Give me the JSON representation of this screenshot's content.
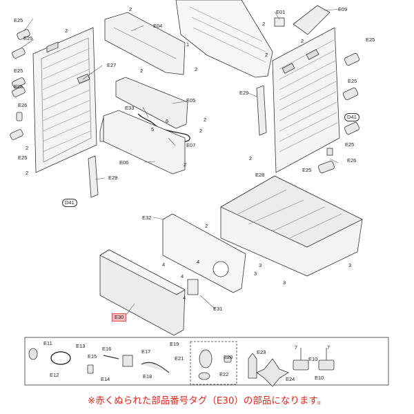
{
  "colors": {
    "highlight_fill": "#f6b9bc",
    "note_text": "#e1261c",
    "line": "#333333"
  },
  "labels": {
    "E25": "E25",
    "E27": "E27",
    "E26": "E26",
    "E29": "E29",
    "D41": "D41",
    "E04": "E04",
    "E05": "E05",
    "E33": "E33",
    "E07": "E07",
    "E06": "E06",
    "E01": "E01",
    "E09": "E09",
    "E28": "E28",
    "E32": "E32",
    "E31": "E31",
    "E30": "E30",
    "E11": "E11",
    "E12": "E12",
    "E13": "E13",
    "E14": "E14",
    "E15": "E15",
    "E16": "E16",
    "E17": "E17",
    "E18": "E18",
    "E19": "E19",
    "E20": "E20",
    "E21": "E21",
    "E22": "E22",
    "E23": "E23",
    "E24": "E24",
    "E10": "E10",
    "n2": "2",
    "n3": "3",
    "n4": "4",
    "n5": "5",
    "n6": "6",
    "n7": "7",
    "n1": "1"
  },
  "note": "※赤くぬられた部品番号タグ（E30）の部品になります。"
}
